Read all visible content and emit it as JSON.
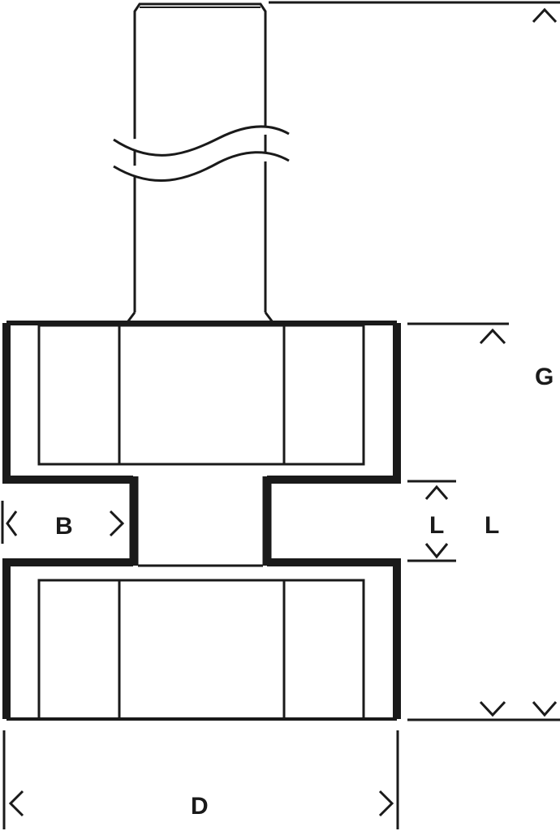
{
  "labels": {
    "g": "G",
    "l_inner": "L",
    "l_outer": "L",
    "b": "B",
    "d": "D"
  },
  "colors": {
    "stroke": "#1a1a1a",
    "background": "#ffffff"
  }
}
